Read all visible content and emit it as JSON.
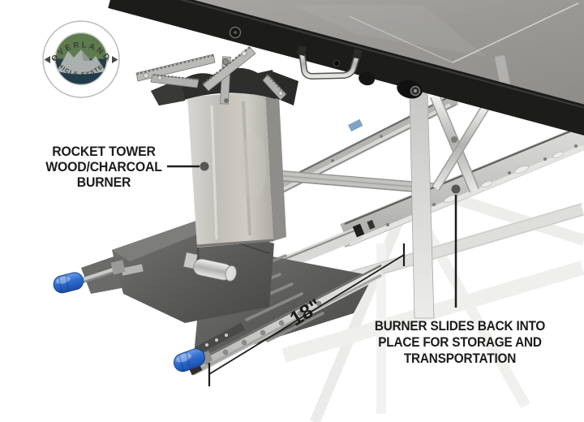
{
  "brand": {
    "name": "Overland Vehicle Systems",
    "logo_top": "OVERLAND",
    "logo_bottom": "VEHICLE SYSTEMS"
  },
  "callouts": {
    "burner": {
      "lines": [
        "ROCKET TOWER",
        "WOOD/CHARCOAL",
        "BURNER"
      ]
    },
    "storage": {
      "lines": [
        "BURNER SLIDES BACK INTO",
        "PLACE FOR STORAGE AND",
        "TRANSPORTATION"
      ]
    }
  },
  "dimension": {
    "label": "18\""
  },
  "colors": {
    "handle_blue": "#2e6ed0",
    "logo_green": "#5e7b4e",
    "logo_navy": "#223c4b",
    "annotation_ink": "#1d1d1d",
    "table_gray": "#9a9996",
    "steel_gray": "#c5c2bd"
  }
}
